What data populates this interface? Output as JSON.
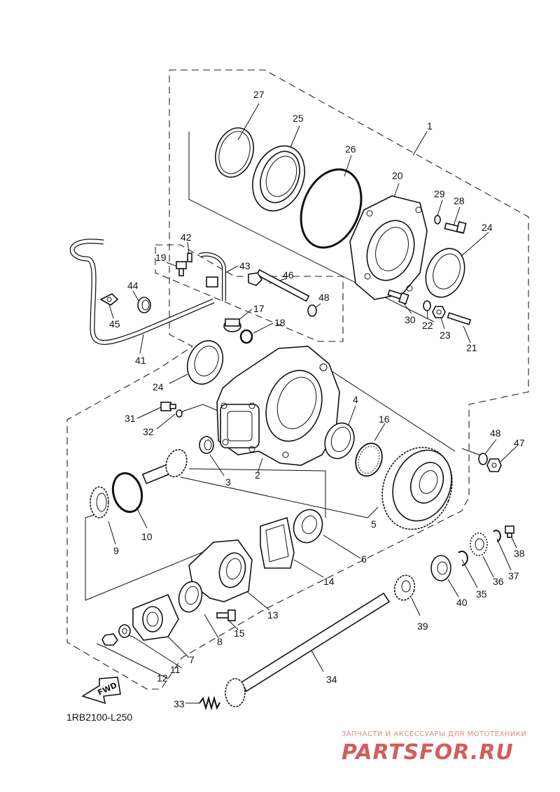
{
  "diagram": {
    "diagram_code": "1RB2100-L250",
    "fwd_label": "FWD",
    "callouts": [
      "1",
      "2",
      "3",
      "4",
      "5",
      "6",
      "7",
      "8",
      "9",
      "10",
      "11",
      "12",
      "13",
      "14",
      "15",
      "16",
      "17",
      "18",
      "19",
      "20",
      "21",
      "22",
      "23",
      "24",
      "24",
      "25",
      "26",
      "27",
      "28",
      "29",
      "30",
      "31",
      "32",
      "33",
      "34",
      "35",
      "36",
      "37",
      "38",
      "39",
      "40",
      "41",
      "42",
      "43",
      "44",
      "45",
      "46",
      "47",
      "48",
      "48"
    ]
  },
  "watermark": {
    "tagline": "ЗАПЧАСТИ И АКСЕССУАРЫ ДЛЯ МОТОТЕХНИКИ",
    "brand": "PARTSFOR.RU",
    "color": "#d65c5c"
  }
}
